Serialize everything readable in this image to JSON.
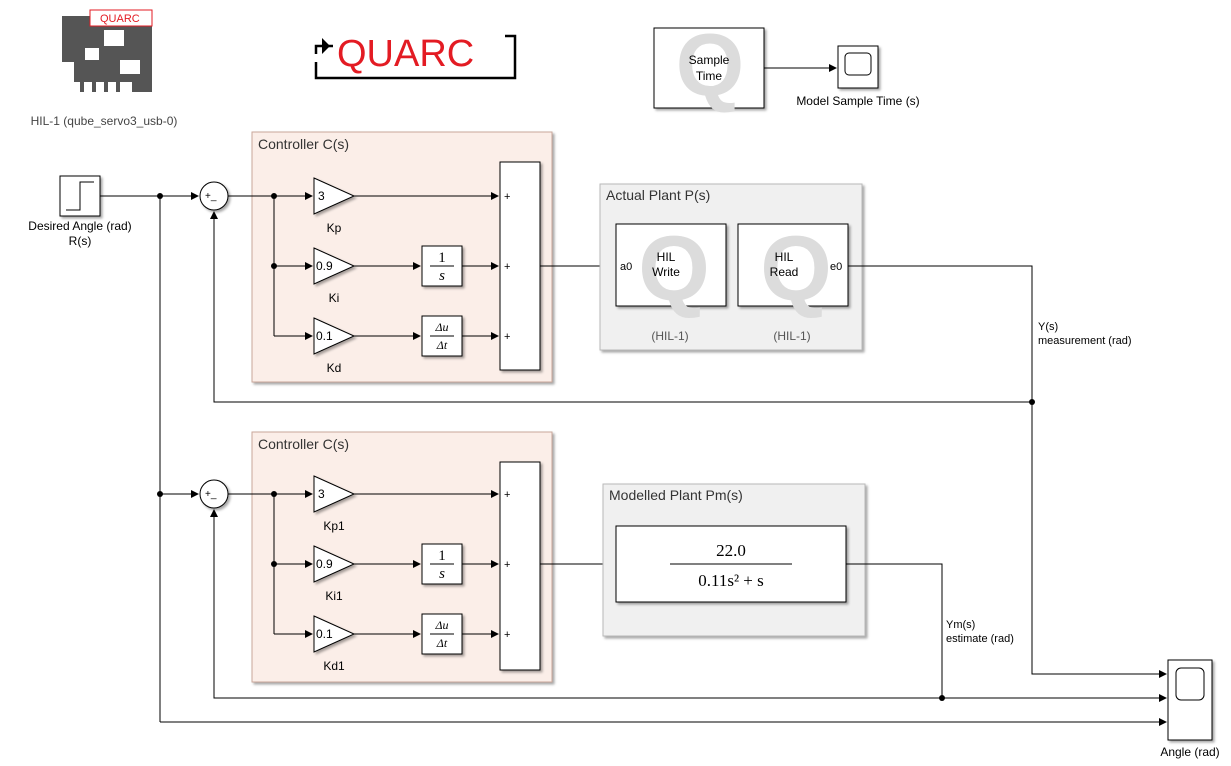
{
  "header": {
    "hil_block_label": "HIL-1 (qube_servo3_usb-0)",
    "hil_chip_logo_text": "QUARC",
    "quarc_logo_text": "QUARC",
    "sample_time_label": "Sample\nTime",
    "sample_time_line1": "Sample",
    "sample_time_line2": "Time",
    "model_sample_time_label": "Model Sample Time (s)"
  },
  "source": {
    "line1": "Desired Angle (rad)",
    "line2": "R(s)"
  },
  "top_loop": {
    "controller_title": "Controller C(s)",
    "kp_value": "3",
    "kp_label": "Kp",
    "ki_value": "0.9",
    "ki_label": "Ki",
    "kd_value": "0.1",
    "kd_label": "Kd",
    "sum_signs": "+_",
    "plant_title": "Actual Plant P(s)",
    "hil_write_line1": "HIL",
    "hil_write_line2": "Write",
    "hil_write_port": "a0",
    "hil_write_caption": "(HIL-1)",
    "hil_read_line1": "HIL",
    "hil_read_line2": "Read",
    "hil_read_port": "e0",
    "hil_read_caption": "(HIL-1)",
    "output_line1": "Y(s)",
    "output_line2": "measurement (rad)"
  },
  "bottom_loop": {
    "controller_title": "Controller C(s)",
    "kp_value": "3",
    "kp_label": "Kp1",
    "ki_value": "0.9",
    "ki_label": "Ki1",
    "kd_value": "0.1",
    "kd_label": "Kd1",
    "sum_signs": "+_",
    "plant_title": "Modelled Plant Pm(s)",
    "tf_numerator": "22.0",
    "tf_denominator": "0.11s² + s",
    "output_line1": "Ym(s)",
    "output_line2": "estimate (rad)"
  },
  "blocks": {
    "integrator_num": "1",
    "integrator_den": "s",
    "derivative_num": "Δu",
    "derivative_den": "Δt",
    "plus": "+"
  },
  "scope": {
    "label": "Angle (rad)"
  },
  "colors": {
    "controller_area": "#fbeee8",
    "controller_border": "#c9a79a",
    "plant_area": "#f0f0f0",
    "plant_border": "#b9b9b9",
    "quarc_red": "#e31b23",
    "hil_chip": "#555555"
  }
}
